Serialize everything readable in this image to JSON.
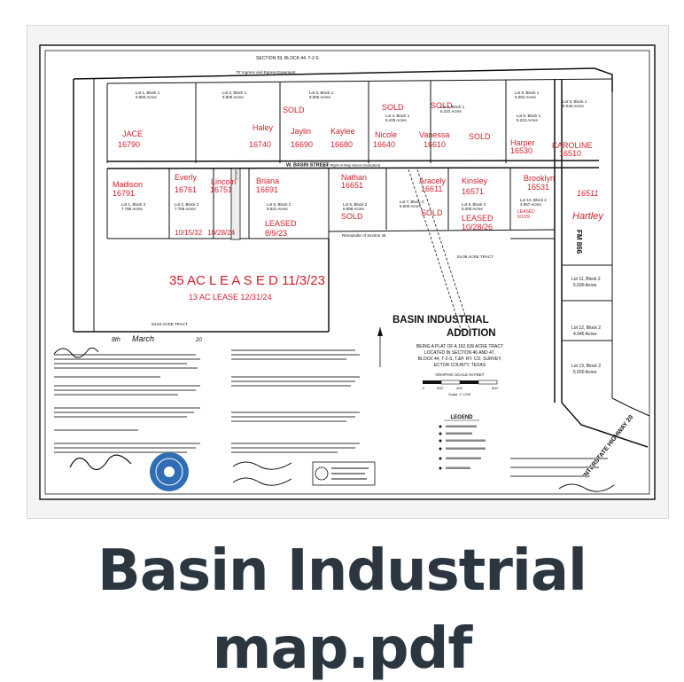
{
  "plat": {
    "section_top": "SECTION 39, BLOCK 44, T-2-S",
    "easement": "70' Ingress and Egress Easement",
    "street": "W. BASIN STREET",
    "street_note": "(50' Right-of-Way Herein Dedicated)",
    "highway_fm": "FM 866",
    "interstate": "INTERSTATE HIGHWAY 20",
    "title": "BASIN INDUSTRIAL",
    "title_line2": "ADDITION",
    "desc_lines": [
      "BEING A PLAT OF A 162.639 ACRE TRACT",
      "LOCATED IN SECTION 46 AND 47,",
      "BLOCK 44, T-2-S, T.&P. RY. CO. SURVEY,",
      "ECTOR COUNTY, TEXAS"
    ],
    "scale_label": "GRAPHIC SCALE IN FEET",
    "scale_ticks": [
      "0",
      "200'",
      "400'",
      "600'"
    ],
    "scale_ratio": "Scale: 1\"=200'",
    "legend_title": "LEGEND",
    "leased_35": "35 AC L E A S E D 11/3/23",
    "lease_13": "13 AC LEASE 12/31/24",
    "signature_day": "8th",
    "signature_month": "March",
    "signature_year": "20",
    "handwritten": "Hartley",
    "handwritten_id": "16511",
    "tract_53": "53.64 ACRE TRACT",
    "remainder": "Remainder of Section 46",
    "tract_acres": "54.08 ACRE TRACT"
  },
  "top_lots": [
    {
      "name": "JACE",
      "id": "16790",
      "lot": "Lot 1, Block 1",
      "acres": "9.960 Acres"
    },
    {
      "name": "Haley",
      "id": "16740",
      "lot": "Lot 2, Block 1",
      "acres": "9.905 Acres"
    },
    {
      "name": "Jaylin",
      "id": "16690",
      "lot": "Lot 3, Block 1",
      "acres": "9.805 Acres",
      "status": "SOLD"
    },
    {
      "name": "Kaylee",
      "id": "16680",
      "lot": "",
      "acres": ""
    },
    {
      "name": "Nicole",
      "id": "16640",
      "lot": "Lot 4, Block 1",
      "acres": "9.429 Acres",
      "status": "SOLD"
    },
    {
      "name": "Vanessa",
      "id": "16610",
      "lot": "Lot 5, Block 1",
      "acres": "5.222 Acres",
      "status": "SOLD"
    },
    {
      "name": "",
      "id": "",
      "lot": "Lot 6, Block 1",
      "acres": "5.222 Acres",
      "status": "SOLD"
    },
    {
      "name": "Harper",
      "id": "16530",
      "lot": "Lot 8, Block 1",
      "acres": "5.062 Acres"
    },
    {
      "name": "KAROLINE",
      "id": "16510",
      "lot": "Lot 9, Block 1",
      "acres": "5.046 Acres"
    }
  ],
  "bottom_lots": [
    {
      "name": "Madison",
      "id": "16791",
      "lot": "Lot 1, Block 2",
      "acres": "7.786 Acres"
    },
    {
      "name": "Everly",
      "id": "16761",
      "lot": "Lot 2, Block 2",
      "acres": "7.765 Acres",
      "date": "10/15/32"
    },
    {
      "name": "Lincoln",
      "id": "16751",
      "lot": "",
      "acres": "",
      "date": "10/28/24"
    },
    {
      "name": "Briana",
      "id": "16691",
      "lot": "Lot 5, Block 2",
      "acres": "9.521 Acres",
      "status": "LEASED",
      "date": "8/9/23"
    },
    {
      "name": "Nathan",
      "id": "16651",
      "lot": "Lot 6, Block 2",
      "acres": "6.998 Acres",
      "status": "SOLD"
    },
    {
      "name": "Aracely",
      "id": "16611",
      "lot": "Lot 7, Block 2",
      "acres": "5.000 Acres",
      "status": "SOLD"
    },
    {
      "name": "Kinsley",
      "id": "16571",
      "lot": "Lot 8, Block 2",
      "acres": "5.000 Acres",
      "status": "LEASED",
      "date": "10/28/26"
    },
    {
      "name": "Brooklyn",
      "id": "16531",
      "lot": "Lot 10, Block 2",
      "acres": "4.957 Acres",
      "status": "LEASED",
      "date": "6/1/29"
    }
  ],
  "right_lots": [
    {
      "lot": "Lot 11, Block 2",
      "acres": "5.000 Acres"
    },
    {
      "lot": "Lot 12, Block 2",
      "acres": "4.945 Acres"
    },
    {
      "lot": "Lot 13, Block 2",
      "acres": "5.000 Acres"
    }
  ],
  "file_name_line1": "Basin Industrial",
  "file_name_line2": "map.pdf"
}
